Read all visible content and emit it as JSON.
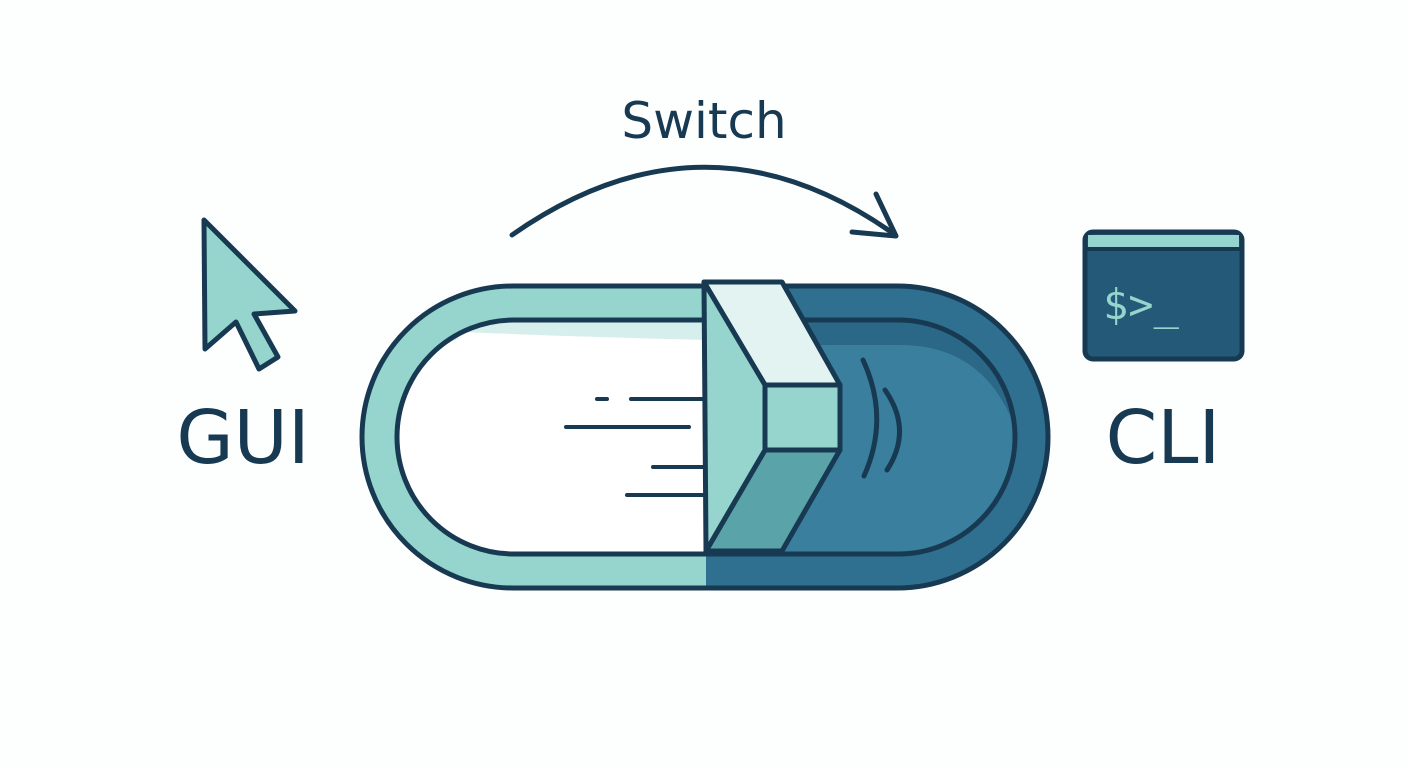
{
  "diagram": {
    "top_label": "Switch",
    "left_label": "GUI",
    "right_label": "CLI",
    "terminal_prompt": "$>_",
    "icons": {
      "left": "mouse-pointer-icon",
      "right": "terminal-window-icon",
      "arrow": "curved-arrow-icon"
    },
    "colors": {
      "outline": "#173a52",
      "mint": "#96d5cd",
      "mint_light": "#e2f3f1",
      "teal_mid": "#5aa3a8",
      "deep_blue": "#2f6f8f",
      "terminal_bg": "#245a78",
      "background": "#fdfefe"
    }
  }
}
